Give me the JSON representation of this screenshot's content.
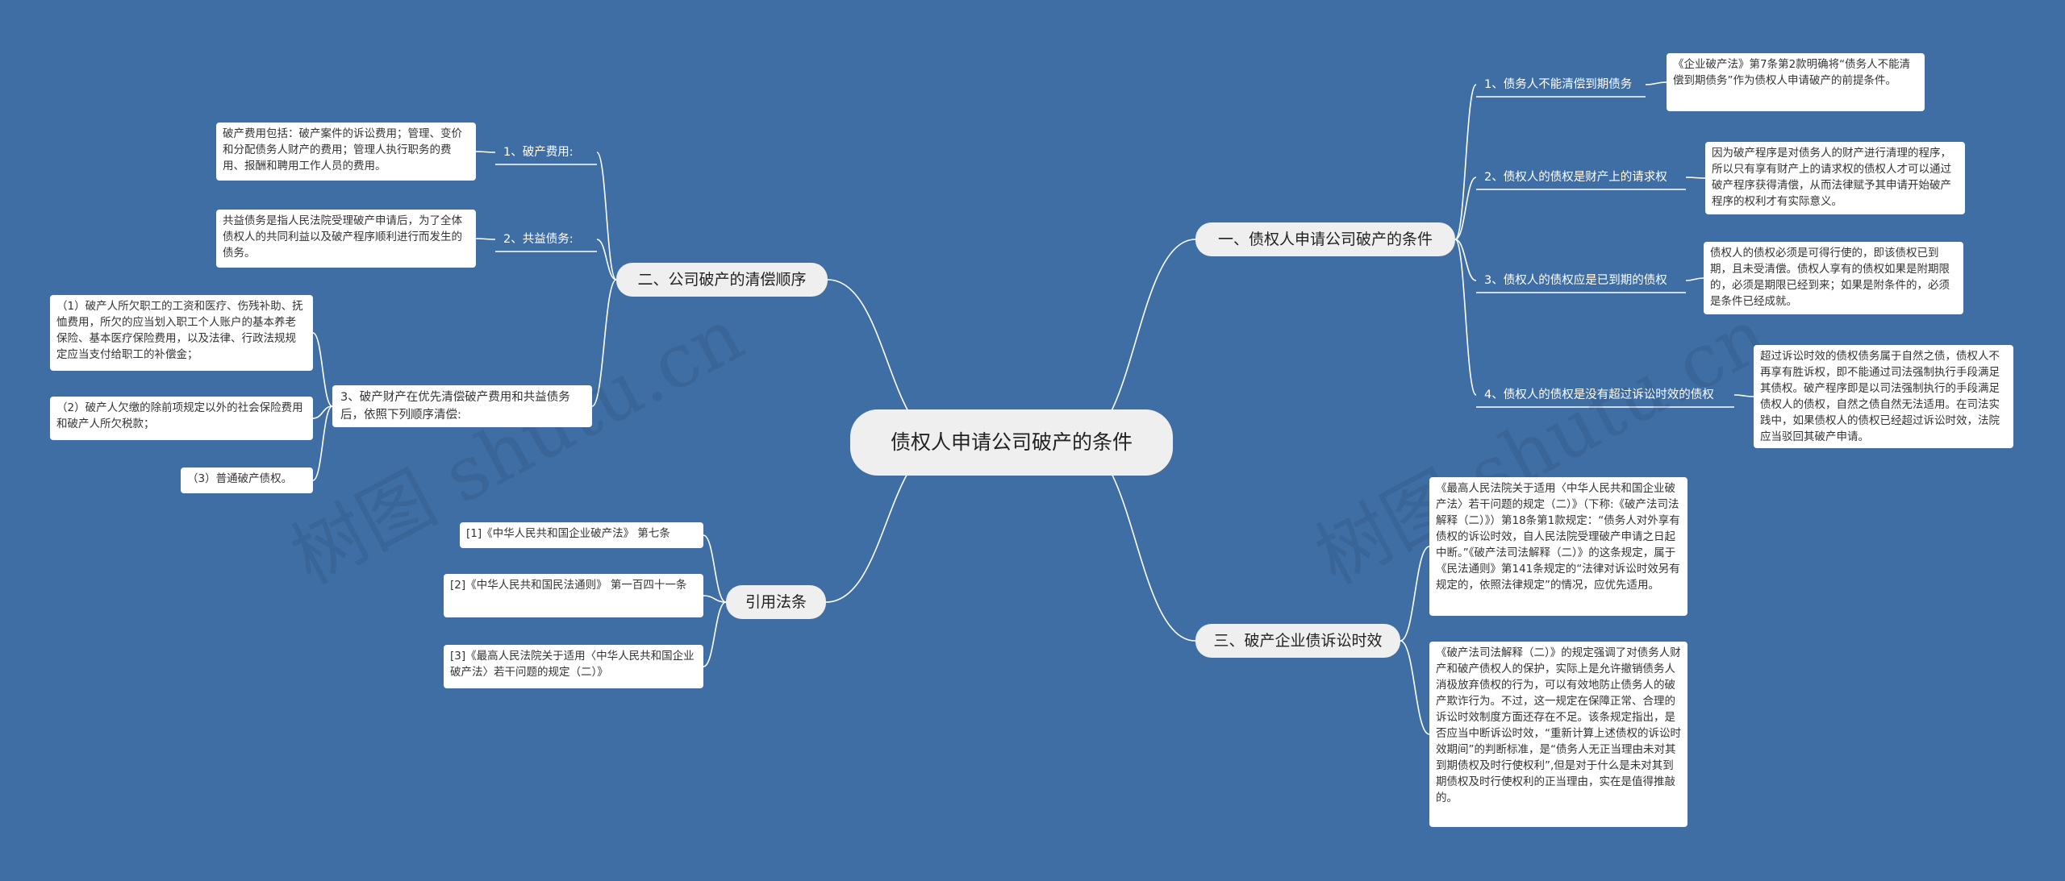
{
  "watermark": "树图 shutu.cn",
  "center": "债权人申请公司破产的条件",
  "branches": {
    "b1": {
      "label": "一、债权人申请公司破产的条件",
      "items": [
        {
          "label": "1、债务人不能清偿到期债务",
          "detail": "《企业破产法》第7条第2款明确将“债务人不能清偿到期债务”作为债权人申请破产的前提条件。"
        },
        {
          "label": "2、债权人的债权是财产上的请求权",
          "detail": "因为破产程序是对债务人的财产进行清理的程序，所以只有享有财产上的请求权的债权人才可以通过破产程序获得清偿，从而法律赋予其申请开始破产程序的权利才有实际意义。"
        },
        {
          "label": "3、债权人的债权应是已到期的债权",
          "detail": "债权人的债权必须是可得行使的，即该债权已到期，且未受清偿。债权人享有的债权如果是附期限的，必须是期限已经到来；如果是附条件的，必须是条件已经成就。"
        },
        {
          "label": "4、债权人的债权是没有超过诉讼时效的债权",
          "detail": "超过诉讼时效的债权债务属于自然之债，债权人不再享有胜诉权，即不能通过司法强制执行手段满足其债权。破产程序即是以司法强制执行的手段满足债权人的债权，自然之债自然无法适用。在司法实践中，如果债权人的债权已经超过诉讼时效，法院应当驳回其破产申请。"
        }
      ]
    },
    "b2": {
      "label": "二、公司破产的清偿顺序",
      "items": [
        {
          "label": "1、破产费用:",
          "detail": "破产费用包括：破产案件的诉讼费用；管理、变价和分配债务人财产的费用；管理人执行职务的费用、报酬和聘用工作人员的费用。"
        },
        {
          "label": "2、共益债务:",
          "detail": "共益债务是指人民法院受理破产申请后，为了全体债权人的共同利益以及破产程序顺利进行而发生的债务。"
        },
        {
          "label": "3、破产财产在优先清偿破产费用和共益债务后，依照下列顺序清偿:",
          "subitems": [
            "（1）破产人所欠职工的工资和医疗、伤残补助、抚恤费用，所欠的应当划入职工个人账户的基本养老保险、基本医疗保险费用，以及法律、行政法规规定应当支付给职工的补偿金；",
            "（2）破产人欠缴的除前项规定以外的社会保险费用和破产人所欠税款；",
            "（3）普通破产债权。"
          ]
        }
      ]
    },
    "b3": {
      "label": "三、破产企业债诉讼时效",
      "items": [
        "《最高人民法院关于适用〈中华人民共和国企业破产法〉若干问题的规定（二）》（下称:《破产法司法解释（二）》）第18条第1款规定：“债务人对外享有债权的诉讼时效，自人民法院受理破产申请之日起中断。”《破产法司法解释（二）》的这条规定，属于《民法通则》第141条规定的“法律对诉讼时效另有规定的，依照法律规定”的情况，应优先适用。",
        "《破产法司法解释（二）》的规定强调了对债务人财产和破产债权人的保护，实际上是允许撤销债务人消极放弃债权的行为，可以有效地防止债务人的破产欺诈行为。不过，这一规定在保障正常、合理的诉讼时效制度方面还存在不足。该条规定指出，是否应当中断诉讼时效，“重新计算上述债权的诉讼时效期间”的判断标准，是“债务人无正当理由未对其到期债权及时行使权利”,但是对于什么是未对其到期债权及时行使权利的正当理由，实在是值得推敲的。"
      ]
    },
    "b4": {
      "label": "引用法条",
      "items": [
        "[1]《中华人民共和国企业破产法》 第七条",
        "[2]《中华人民共和国民法通则》 第一百四十一条",
        "[3]《最高人民法院关于适用〈中华人民共和国企业破产法〉若干问题的规定（二）》"
      ]
    }
  }
}
